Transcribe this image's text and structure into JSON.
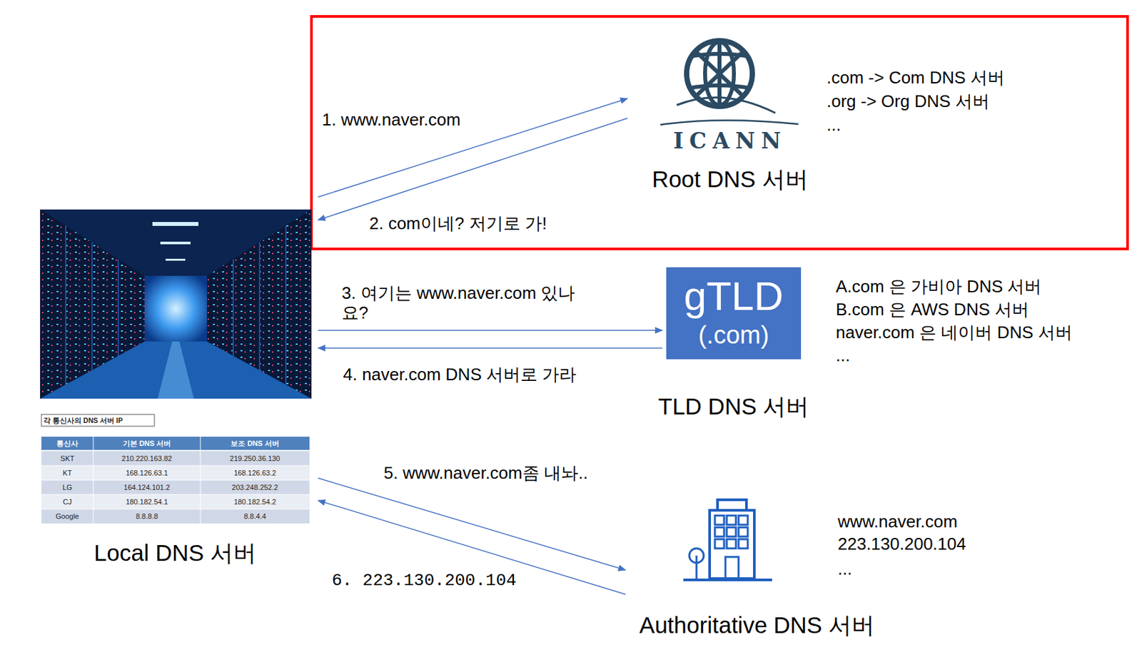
{
  "diagram": {
    "nodes": [
      {
        "text": [
          "Local DNS 서버"
        ]
      },
      {
        "text": [
          "ICANN",
          "Root DNS 서버"
        ]
      },
      {
        "text": [
          "gTLD",
          "(.com)",
          "TLD DNS 서버"
        ]
      },
      {
        "text": [
          "Authoritative DNS 서버"
        ]
      }
    ],
    "edges": [
      {
        "from": 0,
        "to": 1,
        "label": "1. www.naver.com",
        "arrow": "to"
      },
      {
        "from": 1,
        "to": 0,
        "label": "2. com이네? 저기로 가!",
        "arrow": "to"
      },
      {
        "from": 0,
        "to": 2,
        "label": "3. 여기는 www.naver.com 있나요?",
        "arrow": "to"
      },
      {
        "from": 2,
        "to": 0,
        "label": "4. naver.com DNS 서버로 가라",
        "arrow": "to"
      },
      {
        "from": 0,
        "to": 3,
        "label": "5. www.naver.com좀 내놔..",
        "arrow": "to"
      },
      {
        "from": 3,
        "to": 0,
        "label": "6. 223.130.200.104",
        "arrow": "to"
      }
    ],
    "labels": [
      ".com -> Com DNS 서버",
      ".org -> Org DNS 서버",
      "...",
      "A.com 은 가비아 DNS 서버",
      "B.com 은 AWS DNS 서버",
      "naver.com 은 네이버 DNS 서버",
      "...",
      "www.naver.com",
      "223.130.200.104",
      "...",
      "각 통신사의 DNS 서버 IP",
      "통신사",
      "기본 DNS 서버",
      "보조 DNS 서버",
      "SKT",
      "210.220.163.82",
      "219.250.36.130",
      "KT",
      "168.126.63.1",
      "168.126.63.2",
      "LG",
      "164.124.101.2",
      "203.248.252.2",
      "CJ",
      "180.182.54.1",
      "180.182.54.2",
      "Google",
      "8.8.8.8",
      "8.8.4.4"
    ]
  }
}
